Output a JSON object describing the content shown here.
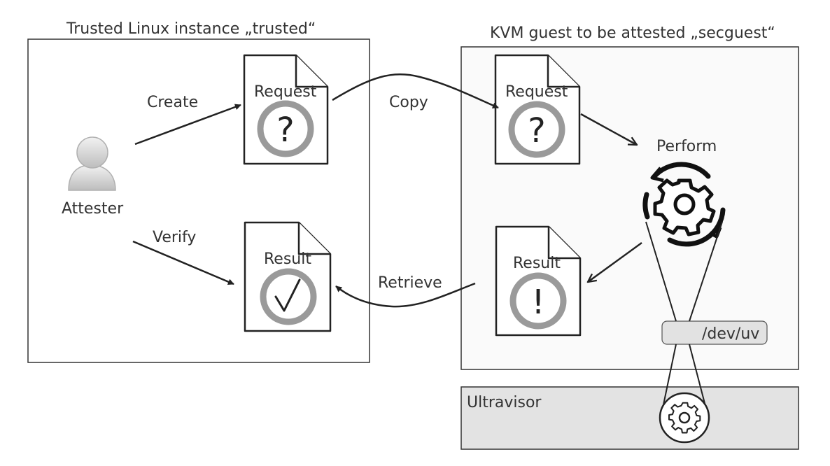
{
  "trusted_box": {
    "title": "Trusted Linux instance „trusted“"
  },
  "guest_box": {
    "title": "KVM guest to be attested „secguest“"
  },
  "ultravisor": {
    "label": "Ultravisor",
    "icon": "gear-icon"
  },
  "attester": {
    "label": "Attester",
    "icon": "user-icon"
  },
  "trusted_request_doc": {
    "label": "Request",
    "icon": "question-mark-icon"
  },
  "trusted_result_doc": {
    "label": "Result",
    "icon": "check-mark-icon"
  },
  "guest_request_doc": {
    "label": "Request",
    "icon": "question-mark-icon"
  },
  "guest_result_doc": {
    "label": "Result",
    "icon": "exclamation-mark-icon"
  },
  "arrows": {
    "create": "Create",
    "verify": "Verify",
    "copy": "Copy",
    "retrieve": "Retrieve",
    "perform": "Perform"
  },
  "device": {
    "label": "/dev/uv"
  }
}
